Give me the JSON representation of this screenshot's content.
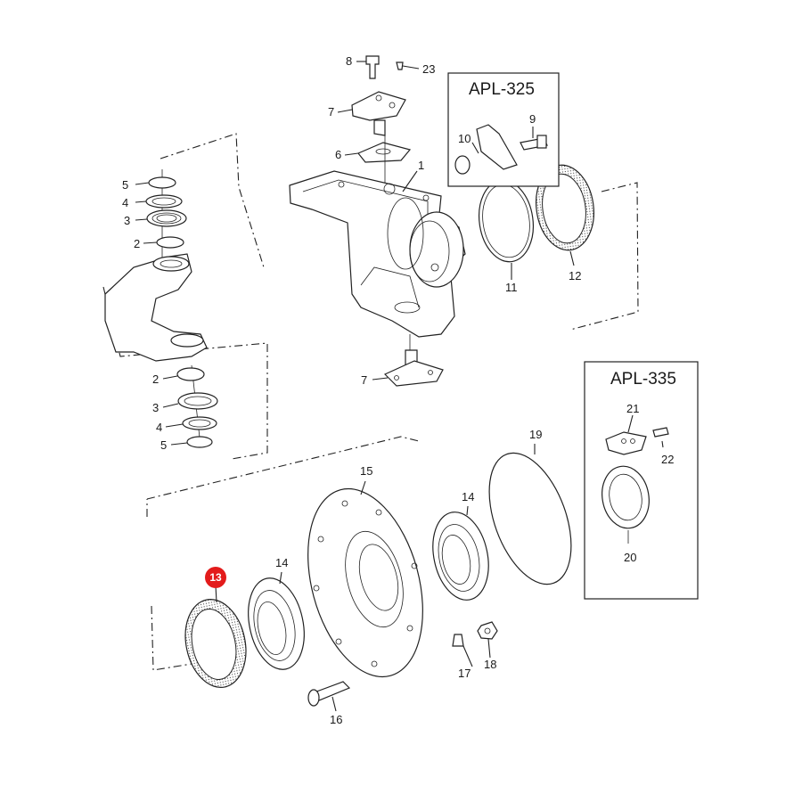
{
  "labels": {
    "l1": "1",
    "l2a": "2",
    "l2b": "2",
    "l3a": "3",
    "l3b": "3",
    "l4a": "4",
    "l4b": "4",
    "l5a": "5",
    "l5b": "5",
    "l6": "6",
    "l7a": "7",
    "l7b": "7",
    "l8": "8",
    "l9": "9",
    "l10": "10",
    "l11": "11",
    "l12": "12",
    "l14a": "14",
    "l14b": "14",
    "l15": "15",
    "l16": "16",
    "l17": "17",
    "l18": "18",
    "l19": "19",
    "l20": "20",
    "l21": "21",
    "l22": "22",
    "l23": "23"
  },
  "highlight": {
    "label": "13",
    "color": "#e31b1b"
  },
  "boxes": {
    "apl325": "APL-325",
    "apl335": "APL-335"
  }
}
